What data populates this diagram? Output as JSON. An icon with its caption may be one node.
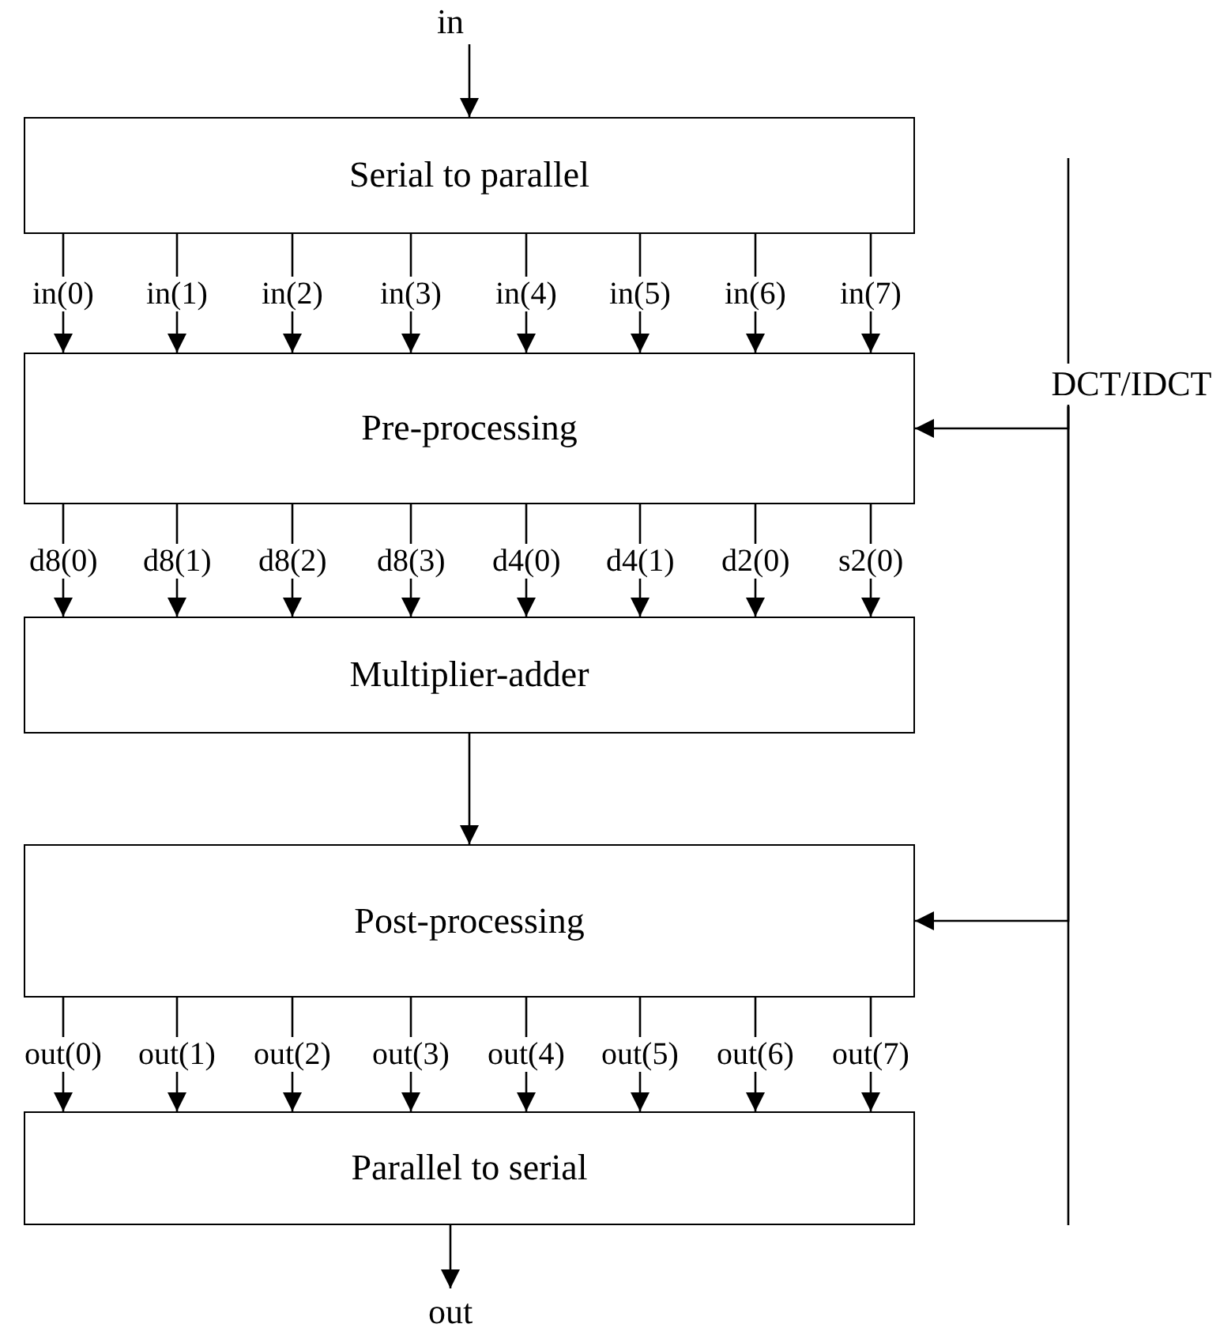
{
  "diagram": {
    "nodes": [
      {
        "text": [
          "in"
        ]
      },
      {
        "text": [
          "Serial to parallel"
        ]
      },
      {
        "text": [
          "Pre-processing"
        ]
      },
      {
        "text": [
          "Multiplier-adder"
        ]
      },
      {
        "text": [
          "Post-processing"
        ]
      },
      {
        "text": [
          "Parallel to serial"
        ]
      },
      {
        "text": [
          "out"
        ]
      },
      {
        "text": [
          "DCT/IDCT"
        ]
      }
    ],
    "edges": [
      {
        "from": 0,
        "to": 1,
        "arrow": "to"
      },
      {
        "from": 1,
        "to": 2,
        "arrow": "to",
        "label": "in(0)"
      },
      {
        "from": 1,
        "to": 2,
        "arrow": "to",
        "label": "in(1)"
      },
      {
        "from": 1,
        "to": 2,
        "arrow": "to",
        "label": "in(2)"
      },
      {
        "from": 1,
        "to": 2,
        "arrow": "to",
        "label": "in(3)"
      },
      {
        "from": 1,
        "to": 2,
        "arrow": "to",
        "label": "in(4)"
      },
      {
        "from": 1,
        "to": 2,
        "arrow": "to",
        "label": "in(5)"
      },
      {
        "from": 1,
        "to": 2,
        "arrow": "to",
        "label": "in(6)"
      },
      {
        "from": 1,
        "to": 2,
        "arrow": "to",
        "label": "in(7)"
      },
      {
        "from": 2,
        "to": 3,
        "arrow": "to",
        "label": "d8(0)"
      },
      {
        "from": 2,
        "to": 3,
        "arrow": "to",
        "label": "d8(1)"
      },
      {
        "from": 2,
        "to": 3,
        "arrow": "to",
        "label": "d8(2)"
      },
      {
        "from": 2,
        "to": 3,
        "arrow": "to",
        "label": "d8(3)"
      },
      {
        "from": 2,
        "to": 3,
        "arrow": "to",
        "label": "d4(0)"
      },
      {
        "from": 2,
        "to": 3,
        "arrow": "to",
        "label": "d4(1)"
      },
      {
        "from": 2,
        "to": 3,
        "arrow": "to",
        "label": "d2(0)"
      },
      {
        "from": 2,
        "to": 3,
        "arrow": "to",
        "label": "s2(0)"
      },
      {
        "from": 3,
        "to": 4,
        "arrow": "to"
      },
      {
        "from": 4,
        "to": 5,
        "arrow": "to",
        "label": "out(0)"
      },
      {
        "from": 4,
        "to": 5,
        "arrow": "to",
        "label": "out(1)"
      },
      {
        "from": 4,
        "to": 5,
        "arrow": "to",
        "label": "out(2)"
      },
      {
        "from": 4,
        "to": 5,
        "arrow": "to",
        "label": "out(3)"
      },
      {
        "from": 4,
        "to": 5,
        "arrow": "to",
        "label": "out(4)"
      },
      {
        "from": 4,
        "to": 5,
        "arrow": "to",
        "label": "out(5)"
      },
      {
        "from": 4,
        "to": 5,
        "arrow": "to",
        "label": "out(6)"
      },
      {
        "from": 4,
        "to": 5,
        "arrow": "to",
        "label": "out(7)"
      },
      {
        "from": 5,
        "to": 6,
        "arrow": "to"
      },
      {
        "from": 7,
        "to": 2,
        "arrow": "to"
      },
      {
        "from": 7,
        "to": 4,
        "arrow": "to"
      }
    ]
  }
}
